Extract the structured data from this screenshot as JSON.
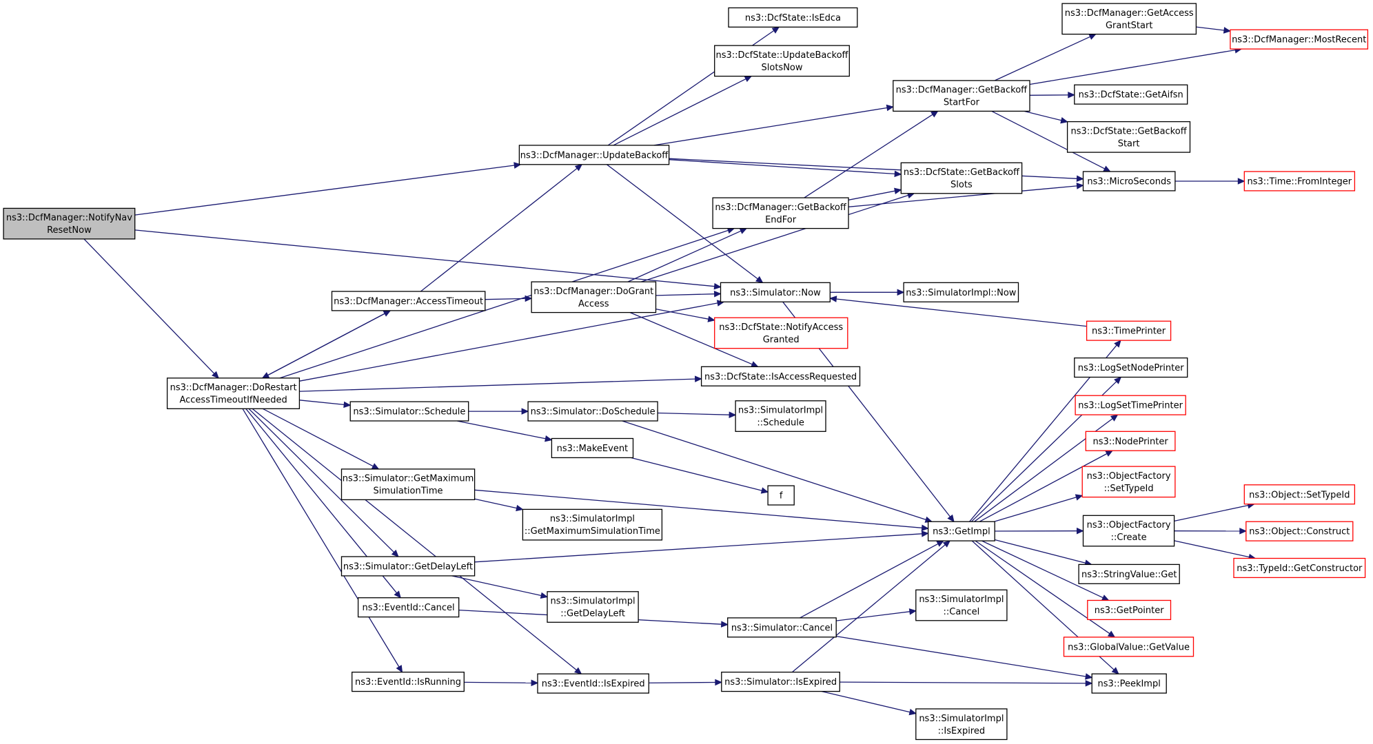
{
  "graph": {
    "title": "",
    "colors": {
      "edge": "#191970",
      "root_fill": "#bfbfbf",
      "node_border": "#000000",
      "external_border": "#ff0000"
    },
    "nodes": [
      {
        "id": "notify",
        "lines": [
          "ns3::DcfManager::NotifyNav",
          "ResetNow"
        ],
        "kind": "root"
      },
      {
        "id": "updatebackoff",
        "lines": [
          "ns3::DcfManager::UpdateBackoff"
        ]
      },
      {
        "id": "accesstimeout",
        "lines": [
          "ns3::DcfManager::AccessTimeout"
        ]
      },
      {
        "id": "dorestart",
        "lines": [
          "ns3::DcfManager::DoRestart",
          "AccessTimeoutIfNeeded"
        ]
      },
      {
        "id": "isedca",
        "lines": [
          "ns3::DcfState::IsEdca"
        ]
      },
      {
        "id": "updbackoffslots",
        "lines": [
          "ns3::DcfState::UpdateBackoff",
          "SlotsNow"
        ]
      },
      {
        "id": "getbackoffstartfor",
        "lines": [
          "ns3::DcfManager::GetBackoff",
          "StartFor"
        ]
      },
      {
        "id": "getaccessgrantstart",
        "lines": [
          "ns3::DcfManager::GetAccess",
          "GrantStart"
        ]
      },
      {
        "id": "mostrecent",
        "lines": [
          "ns3::DcfManager::MostRecent"
        ],
        "kind": "ext"
      },
      {
        "id": "getaifsn",
        "lines": [
          "ns3::DcfState::GetAifsn"
        ]
      },
      {
        "id": "getbackoffstart",
        "lines": [
          "ns3::DcfState::GetBackoff",
          "Start"
        ]
      },
      {
        "id": "getbackoffslots",
        "lines": [
          "ns3::DcfState::GetBackoff",
          "Slots"
        ]
      },
      {
        "id": "microseconds",
        "lines": [
          "ns3::MicroSeconds"
        ]
      },
      {
        "id": "frominteger",
        "lines": [
          "ns3::Time::FromInteger"
        ],
        "kind": "ext"
      },
      {
        "id": "getbackoffendfor",
        "lines": [
          "ns3::DcfManager::GetBackoff",
          "EndFor"
        ]
      },
      {
        "id": "dograntaccess",
        "lines": [
          "ns3::DcfManager::DoGrant",
          "Access"
        ]
      },
      {
        "id": "simnow",
        "lines": [
          "ns3::Simulator::Now"
        ]
      },
      {
        "id": "simimplnow",
        "lines": [
          "ns3::SimulatorImpl::Now"
        ]
      },
      {
        "id": "notifyaccessgranted",
        "lines": [
          "ns3::DcfState::NotifyAccess",
          "Granted"
        ],
        "kind": "ext"
      },
      {
        "id": "isaccessrequested",
        "lines": [
          "ns3::DcfState::IsAccessRequested"
        ]
      },
      {
        "id": "timeprinter",
        "lines": [
          "ns3::TimePrinter"
        ],
        "kind": "ext"
      },
      {
        "id": "logsetnodeprinter",
        "lines": [
          "ns3::LogSetNodePrinter"
        ]
      },
      {
        "id": "logsettimeprinter",
        "lines": [
          "ns3::LogSetTimePrinter"
        ],
        "kind": "ext"
      },
      {
        "id": "nodeprinter",
        "lines": [
          "ns3::NodePrinter"
        ],
        "kind": "ext"
      },
      {
        "id": "ofsettypeid",
        "lines": [
          "ns3::ObjectFactory",
          "::SetTypeId"
        ],
        "kind": "ext"
      },
      {
        "id": "ofcreate",
        "lines": [
          "ns3::ObjectFactory",
          "::Create"
        ]
      },
      {
        "id": "objsettypeid",
        "lines": [
          "ns3::Object::SetTypeId"
        ],
        "kind": "ext"
      },
      {
        "id": "objconstruct",
        "lines": [
          "ns3::Object::Construct"
        ],
        "kind": "ext"
      },
      {
        "id": "getconstructor",
        "lines": [
          "ns3::TypeId::GetConstructor"
        ],
        "kind": "ext"
      },
      {
        "id": "stringvalueget",
        "lines": [
          "ns3::StringValue::Get"
        ]
      },
      {
        "id": "getpointer",
        "lines": [
          "ns3::GetPointer"
        ],
        "kind": "ext"
      },
      {
        "id": "globalvalueget",
        "lines": [
          "ns3::GlobalValue::GetValue"
        ],
        "kind": "ext"
      },
      {
        "id": "peekimpl",
        "lines": [
          "ns3::PeekImpl"
        ]
      },
      {
        "id": "getimpl",
        "lines": [
          "ns3::GetImpl"
        ]
      },
      {
        "id": "simschedule",
        "lines": [
          "ns3::Simulator::Schedule"
        ]
      },
      {
        "id": "simdoschedule",
        "lines": [
          "ns3::Simulator::DoSchedule"
        ]
      },
      {
        "id": "simimplschedule",
        "lines": [
          "ns3::SimulatorImpl",
          "::Schedule"
        ]
      },
      {
        "id": "makeevent",
        "lines": [
          "ns3::MakeEvent"
        ]
      },
      {
        "id": "f",
        "lines": [
          "f"
        ]
      },
      {
        "id": "getmaxsimtime",
        "lines": [
          "ns3::Simulator::GetMaximum",
          "SimulationTime"
        ]
      },
      {
        "id": "simimplgetmax",
        "lines": [
          "ns3::SimulatorImpl",
          "::GetMaximumSimulationTime"
        ]
      },
      {
        "id": "getdelayleft",
        "lines": [
          "ns3::Simulator::GetDelayLeft"
        ]
      },
      {
        "id": "simimplgetdelay",
        "lines": [
          "ns3::SimulatorImpl",
          "::GetDelayLeft"
        ]
      },
      {
        "id": "eventcancel",
        "lines": [
          "ns3::EventId::Cancel"
        ]
      },
      {
        "id": "simcancel",
        "lines": [
          "ns3::Simulator::Cancel"
        ]
      },
      {
        "id": "simimplcancel",
        "lines": [
          "ns3::SimulatorImpl",
          "::Cancel"
        ]
      },
      {
        "id": "eventisrunning",
        "lines": [
          "ns3::EventId::IsRunning"
        ]
      },
      {
        "id": "eventisexpired",
        "lines": [
          "ns3::EventId::IsExpired"
        ]
      },
      {
        "id": "simisexpired",
        "lines": [
          "ns3::Simulator::IsExpired"
        ]
      },
      {
        "id": "simimplisexpired",
        "lines": [
          "ns3::SimulatorImpl",
          "::IsExpired"
        ]
      }
    ],
    "edges": [
      [
        "notify",
        "updatebackoff"
      ],
      [
        "notify",
        "dorestart"
      ],
      [
        "notify",
        "simnow"
      ],
      [
        "updatebackoff",
        "isedca"
      ],
      [
        "updatebackoff",
        "updbackoffslots"
      ],
      [
        "updatebackoff",
        "getbackoffstartfor"
      ],
      [
        "updatebackoff",
        "getbackoffslots"
      ],
      [
        "updatebackoff",
        "microseconds"
      ],
      [
        "updatebackoff",
        "simnow"
      ],
      [
        "getbackoffstartfor",
        "getaccessgrantstart"
      ],
      [
        "getbackoffstartfor",
        "mostrecent"
      ],
      [
        "getbackoffstartfor",
        "getaifsn"
      ],
      [
        "getbackoffstartfor",
        "getbackoffstart"
      ],
      [
        "getbackoffstartfor",
        "microseconds"
      ],
      [
        "getaccessgrantstart",
        "mostrecent"
      ],
      [
        "microseconds",
        "frominteger"
      ],
      [
        "getbackoffendfor",
        "getbackoffstartfor"
      ],
      [
        "getbackoffendfor",
        "getbackoffslots"
      ],
      [
        "getbackoffendfor",
        "microseconds"
      ],
      [
        "accesstimeout",
        "updatebackoff"
      ],
      [
        "accesstimeout",
        "dograntaccess"
      ],
      [
        "accesstimeout",
        "dorestart"
      ],
      [
        "dograntaccess",
        "getbackoffendfor"
      ],
      [
        "dograntaccess",
        "getbackoffslots"
      ],
      [
        "dograntaccess",
        "simnow"
      ],
      [
        "dograntaccess",
        "notifyaccessgranted"
      ],
      [
        "dograntaccess",
        "isaccessrequested"
      ],
      [
        "dorestart",
        "getbackoffendfor"
      ],
      [
        "dorestart",
        "accesstimeout"
      ],
      [
        "dorestart",
        "simnow"
      ],
      [
        "dorestart",
        "isaccessrequested"
      ],
      [
        "dorestart",
        "simschedule"
      ],
      [
        "dorestart",
        "getmaxsimtime"
      ],
      [
        "dorestart",
        "getdelayleft"
      ],
      [
        "dorestart",
        "eventcancel"
      ],
      [
        "dorestart",
        "eventisrunning"
      ],
      [
        "dorestart",
        "eventisexpired"
      ],
      [
        "simnow",
        "simimplnow"
      ],
      [
        "simnow",
        "getimpl"
      ],
      [
        "timeprinter",
        "simnow"
      ],
      [
        "getimpl",
        "timeprinter"
      ],
      [
        "getimpl",
        "logsetnodeprinter"
      ],
      [
        "getimpl",
        "logsettimeprinter"
      ],
      [
        "getimpl",
        "nodeprinter"
      ],
      [
        "getimpl",
        "ofsettypeid"
      ],
      [
        "getimpl",
        "ofcreate"
      ],
      [
        "getimpl",
        "stringvalueget"
      ],
      [
        "getimpl",
        "getpointer"
      ],
      [
        "getimpl",
        "globalvalueget"
      ],
      [
        "getimpl",
        "peekimpl"
      ],
      [
        "ofcreate",
        "objsettypeid"
      ],
      [
        "ofcreate",
        "objconstruct"
      ],
      [
        "ofcreate",
        "getconstructor"
      ],
      [
        "simschedule",
        "simdoschedule"
      ],
      [
        "simschedule",
        "makeevent"
      ],
      [
        "simdoschedule",
        "simimplschedule"
      ],
      [
        "simdoschedule",
        "getimpl"
      ],
      [
        "makeevent",
        "f"
      ],
      [
        "getmaxsimtime",
        "simimplgetmax"
      ],
      [
        "getmaxsimtime",
        "getimpl"
      ],
      [
        "getdelayleft",
        "simimplgetdelay"
      ],
      [
        "getdelayleft",
        "getimpl"
      ],
      [
        "eventcancel",
        "simcancel"
      ],
      [
        "simcancel",
        "simimplcancel"
      ],
      [
        "simcancel",
        "getimpl"
      ],
      [
        "simcancel",
        "peekimpl"
      ],
      [
        "eventisrunning",
        "eventisexpired"
      ],
      [
        "eventisexpired",
        "simisexpired"
      ],
      [
        "simisexpired",
        "simimplisexpired"
      ],
      [
        "simisexpired",
        "getimpl"
      ],
      [
        "simisexpired",
        "peekimpl"
      ]
    ]
  }
}
